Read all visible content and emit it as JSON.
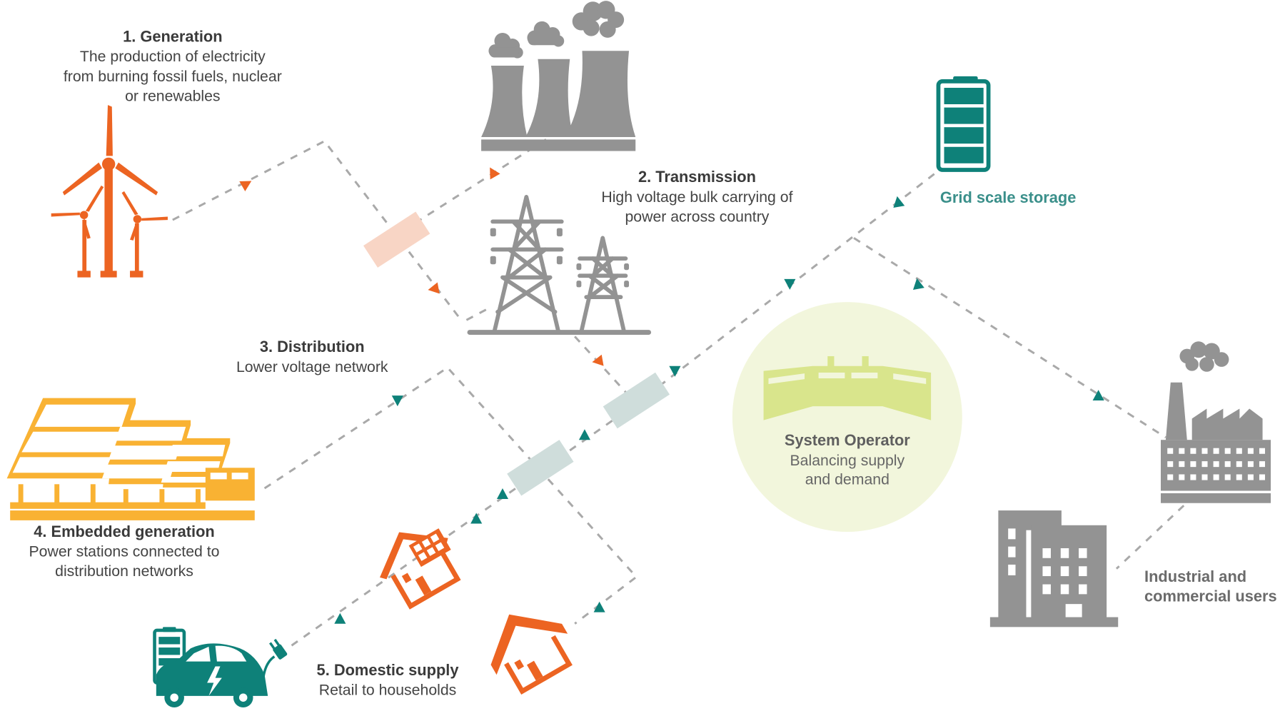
{
  "colors": {
    "orange": "#ec6422",
    "grey_icon": "#939393",
    "teal": "#0e8179",
    "solar_yellow": "#f9b233",
    "operator_circle": "#f2f6dc",
    "operator_icon": "#d9e58c",
    "transformer_orange": "#f8d5c5",
    "transformer_blue": "#cfdddb",
    "connector": "#a9a9a9"
  },
  "stages": {
    "generation": {
      "title": "1. Generation",
      "lines": [
        "The production of electricity",
        "from burning fossil fuels, nuclear",
        "or renewables"
      ]
    },
    "transmission": {
      "title": "2. Transmission",
      "lines": [
        "High voltage bulk carrying of",
        "power across country"
      ]
    },
    "distribution": {
      "title": "3. Distribution",
      "lines": [
        "Lower voltage network"
      ]
    },
    "embedded": {
      "title": "4. Embedded generation",
      "lines": [
        "Power stations connected to",
        "distribution networks"
      ]
    },
    "domestic": {
      "title": "5. Domestic supply",
      "lines": [
        "Retail to households"
      ]
    }
  },
  "storage": {
    "label": "Grid scale storage"
  },
  "operator": {
    "title": "System Operator",
    "lines": [
      "Balancing supply",
      "and demand"
    ]
  },
  "industrial": {
    "lines": [
      "Industrial and",
      "commercial users"
    ]
  },
  "icons": [
    "wind-turbines-icon",
    "power-station-icon",
    "pylons-icon",
    "battery-icon",
    "control-room-icon",
    "factory-icon",
    "office-building-icon",
    "solar-farm-icon",
    "solar-house-icon",
    "house-icon",
    "electric-car-icon"
  ]
}
